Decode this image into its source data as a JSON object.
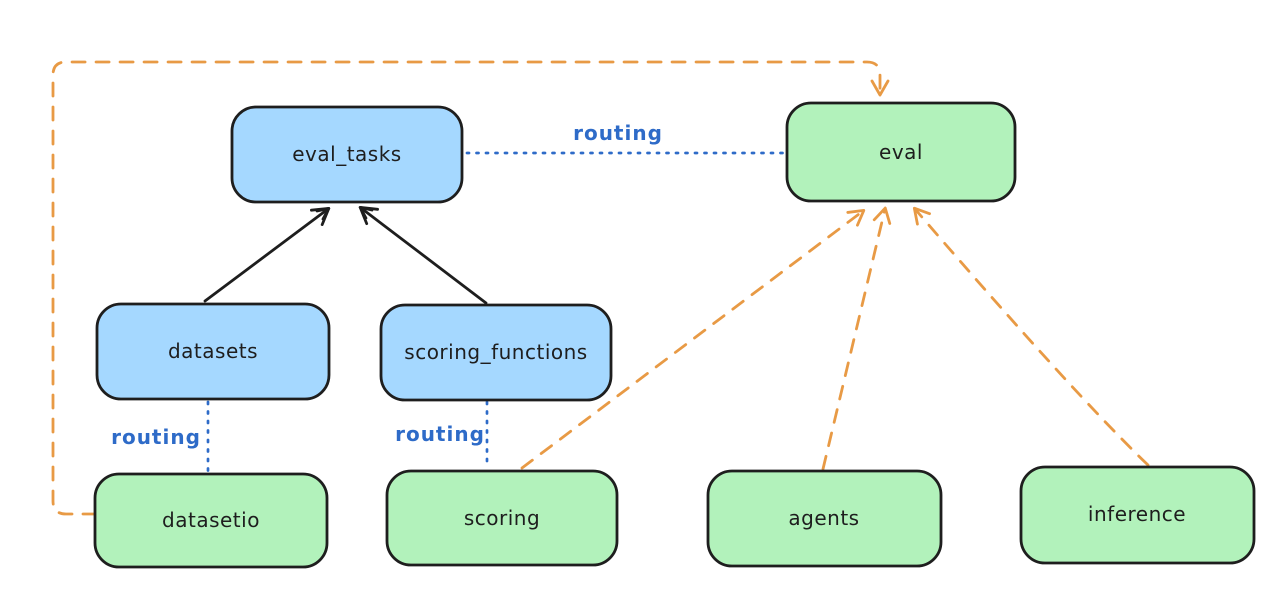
{
  "colors": {
    "background": "#ffffff",
    "box-stroke": "#1e1e1e",
    "blue-fill": "#a5d8ff",
    "green-fill": "#b2f2bb",
    "routing-blue": "#2e6bc8",
    "orange": "#e89a45"
  },
  "nodes": {
    "eval_tasks": {
      "label": "eval_tasks",
      "color": "blue"
    },
    "eval": {
      "label": "eval",
      "color": "green"
    },
    "datasets": {
      "label": "datasets",
      "color": "blue"
    },
    "scoring_functions": {
      "label": "scoring_functions",
      "color": "blue"
    },
    "datasetio": {
      "label": "datasetio",
      "color": "green"
    },
    "scoring": {
      "label": "scoring",
      "color": "green"
    },
    "agents": {
      "label": "agents",
      "color": "green"
    },
    "inference": {
      "label": "inference",
      "color": "green"
    }
  },
  "edges": {
    "datasets_to_eval_tasks": {
      "from": "datasets",
      "to": "eval_tasks",
      "style": "solid-black-arrow"
    },
    "scoring_functions_to_eval_tasks": {
      "from": "scoring_functions",
      "to": "eval_tasks",
      "style": "solid-black-arrow"
    },
    "eval_tasks_to_eval": {
      "from": "eval_tasks",
      "to": "eval",
      "style": "dotted-blue",
      "label": "routing"
    },
    "datasets_to_datasetio": {
      "from": "datasets",
      "to": "datasetio",
      "style": "dotted-blue",
      "label": "routing"
    },
    "scoring_functions_to_scoring": {
      "from": "scoring_functions",
      "to": "scoring",
      "style": "dotted-blue",
      "label": "routing"
    },
    "datasetio_to_eval": {
      "from": "datasetio",
      "to": "eval",
      "style": "dashed-orange-arrow"
    },
    "scoring_to_eval": {
      "from": "scoring",
      "to": "eval",
      "style": "dashed-orange-arrow"
    },
    "agents_to_eval": {
      "from": "agents",
      "to": "eval",
      "style": "dashed-orange-arrow"
    },
    "inference_to_eval": {
      "from": "inference",
      "to": "eval",
      "style": "dashed-orange-arrow"
    }
  }
}
